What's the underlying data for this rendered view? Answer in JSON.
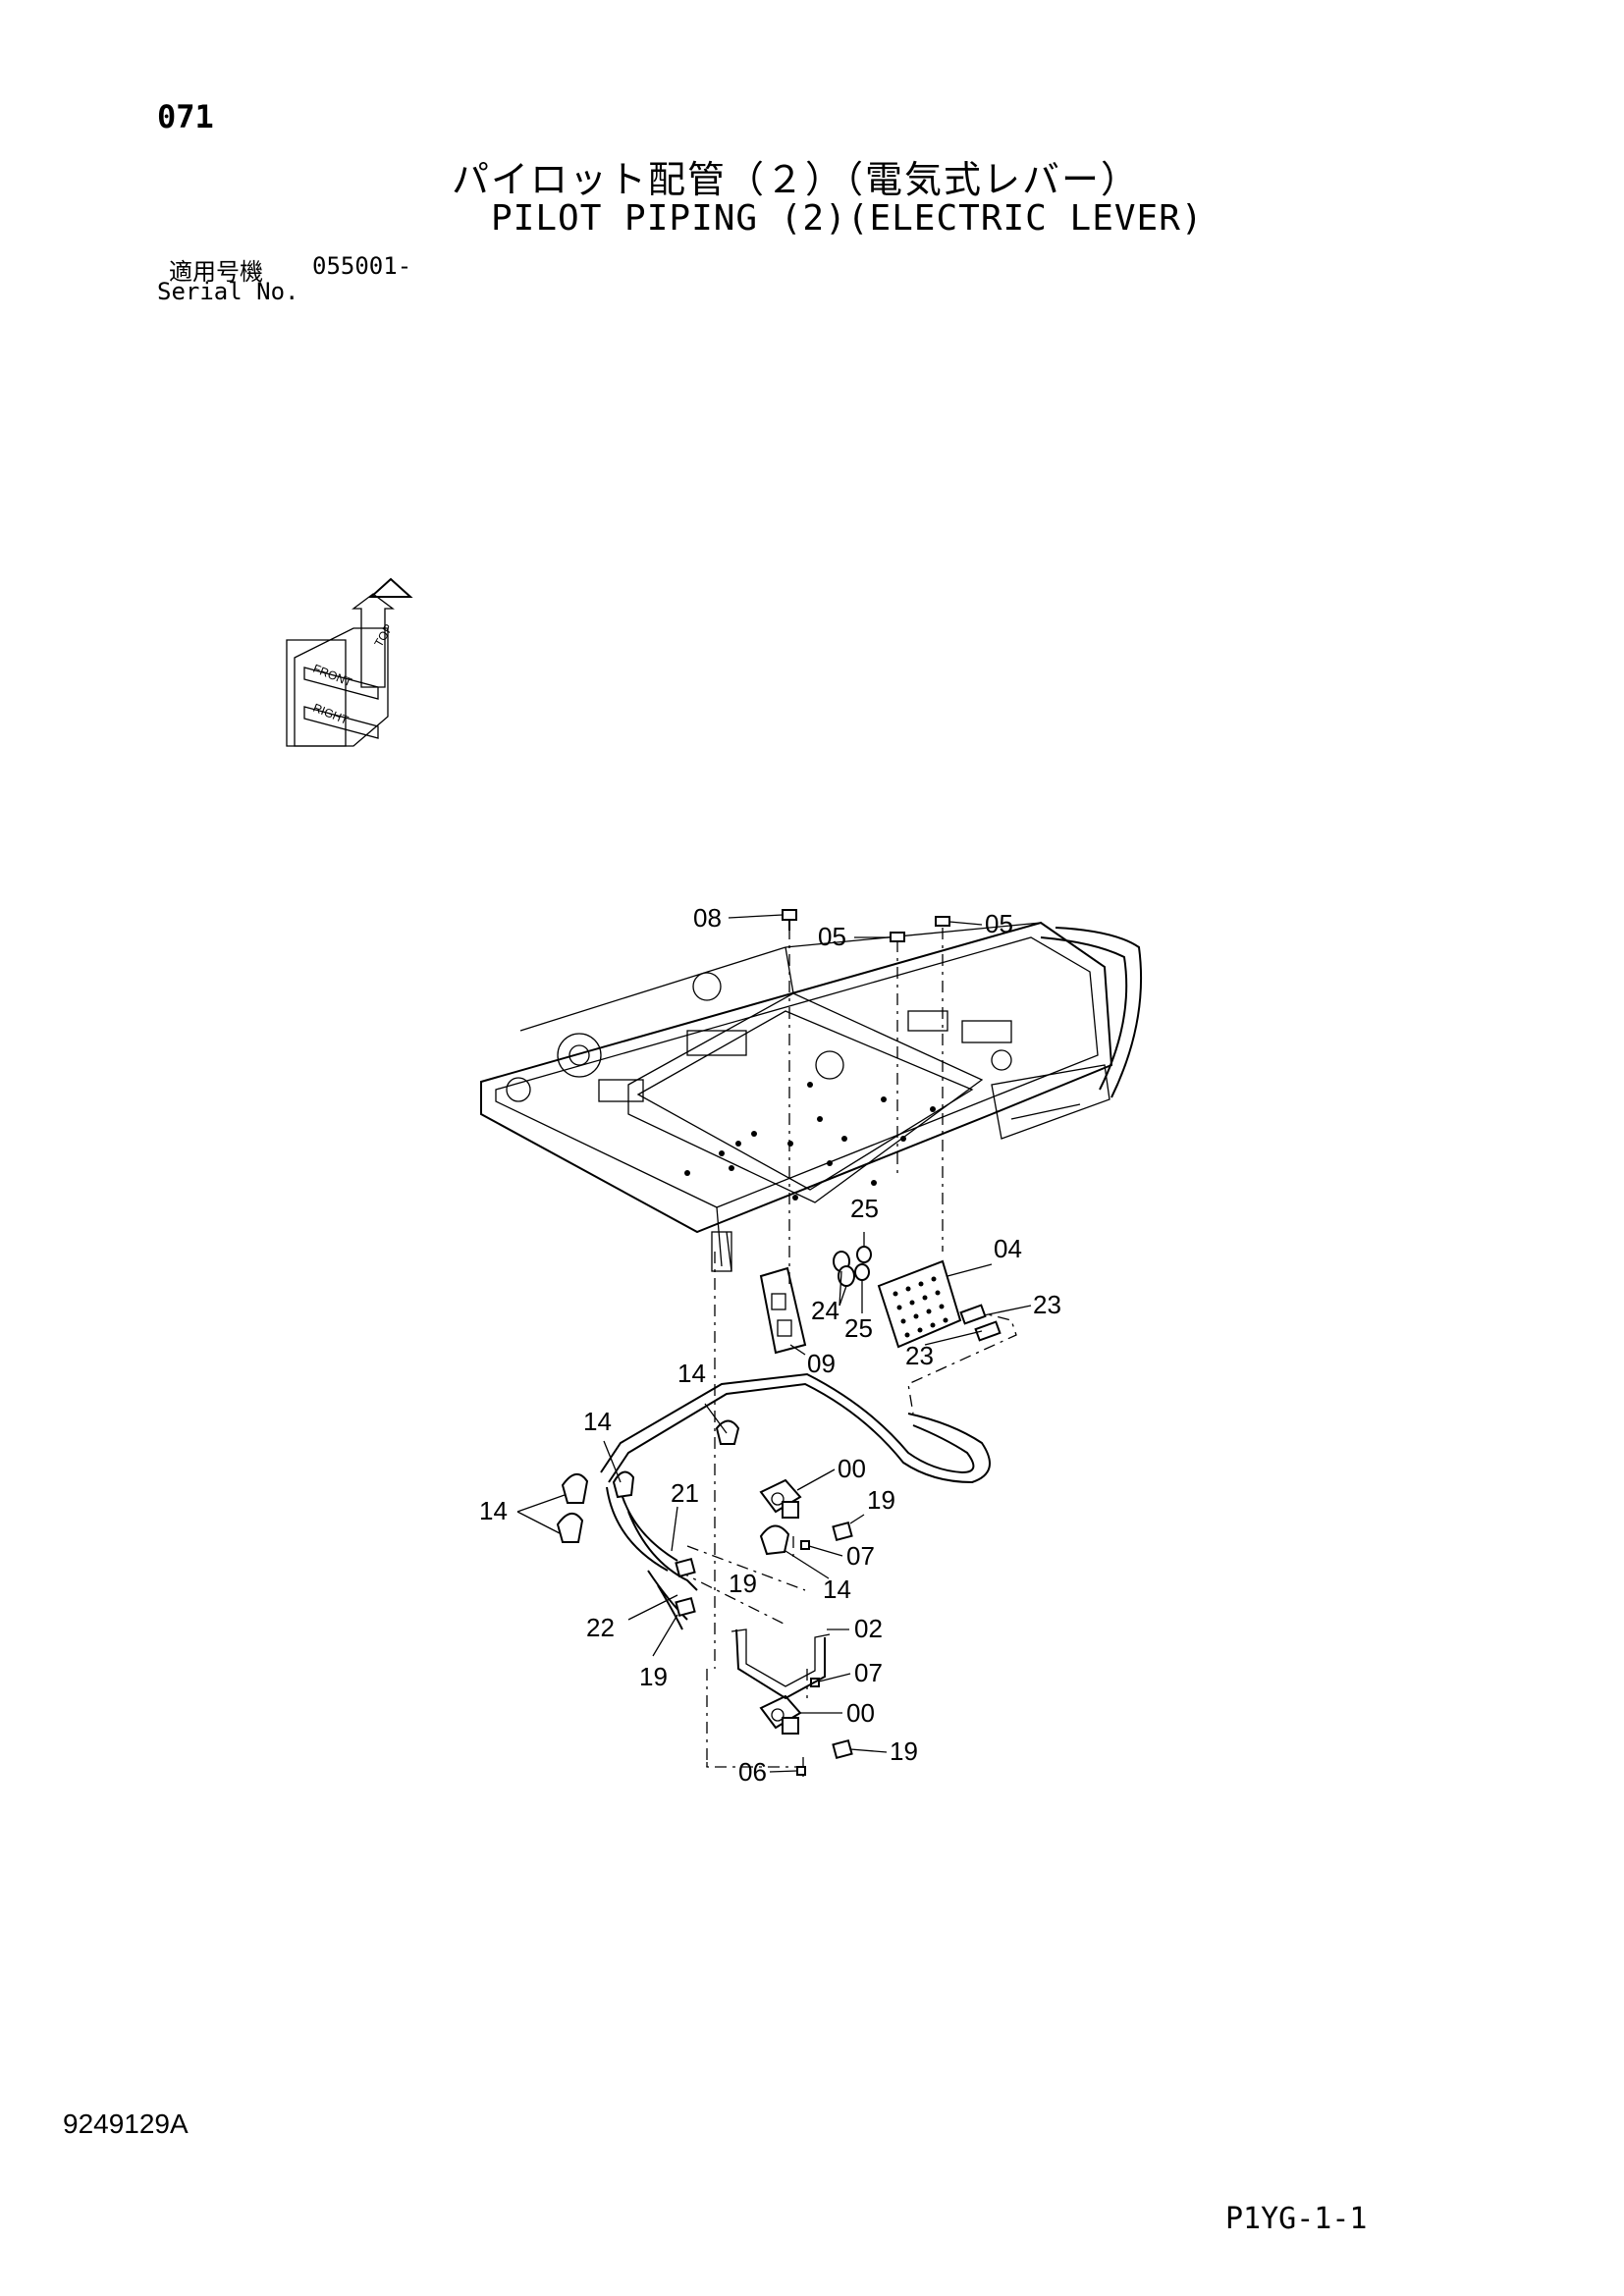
{
  "header": {
    "page_number": "071",
    "title_jp": "パイロット配管（２）（電気式レバー）",
    "title_en": "PILOT PIPING (2)(ELECTRIC LEVER)",
    "serial_label_jp": "適用号機",
    "serial_value": "055001-",
    "serial_label_en": "Serial No."
  },
  "orientation_indicator": {
    "labels": [
      "TOP",
      "FRONT",
      "RIGHT"
    ]
  },
  "callouts": {
    "c08": "08",
    "c05a": "05",
    "c05b": "05",
    "c25a": "25",
    "c04": "04",
    "c24": "24",
    "c25b": "25",
    "c23a": "23",
    "c09": "09",
    "c23b": "23",
    "c14a": "14",
    "c14b": "14",
    "c00a": "00",
    "c14c": "14",
    "c21": "21",
    "c19a": "19",
    "c07a": "07",
    "c19b": "19",
    "c14d": "14",
    "c22": "22",
    "c02": "02",
    "c19c": "19",
    "c07b": "07",
    "c00b": "00",
    "c19d": "19",
    "c06": "06"
  },
  "footer": {
    "doc_code": "9249129A",
    "page_code": "P1YG-1-1"
  }
}
